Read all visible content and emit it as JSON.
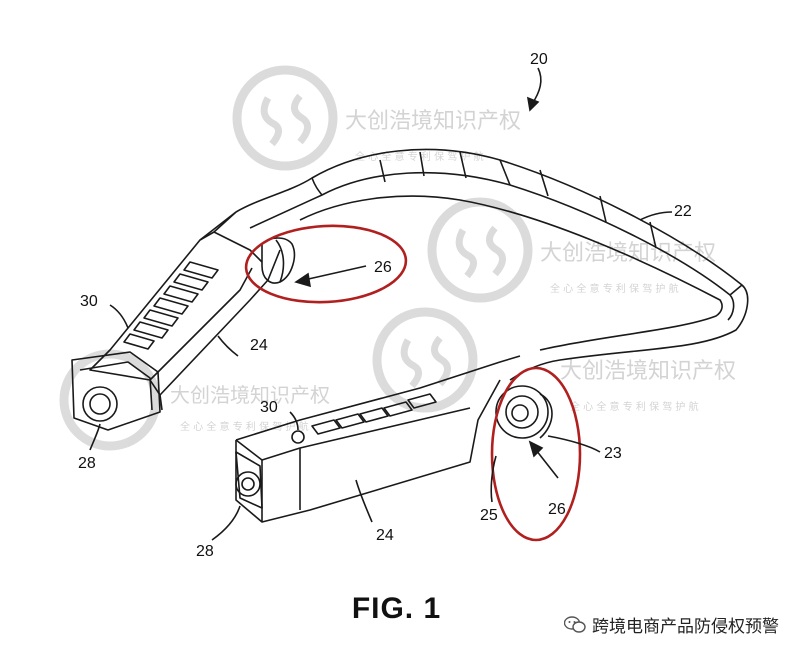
{
  "figure": {
    "caption": "FIG. 1",
    "labels": {
      "l20": "20",
      "l22": "22",
      "l23": "23",
      "l24a": "24",
      "l24b": "24",
      "l25": "25",
      "l26a": "26",
      "l26b": "26",
      "l28a": "28",
      "l28b": "28",
      "l30a": "30",
      "l30b": "30"
    }
  },
  "watermark": {
    "main": "大创浩境知识产权",
    "sub": "全 心 全 意 专 利 保 驾 护 航"
  },
  "footer": {
    "account": "跨境电商产品防侵权预警"
  },
  "colors": {
    "line": "#1a1a1a",
    "annotation": "#b0201f",
    "watermark": "#cfcfcf"
  }
}
